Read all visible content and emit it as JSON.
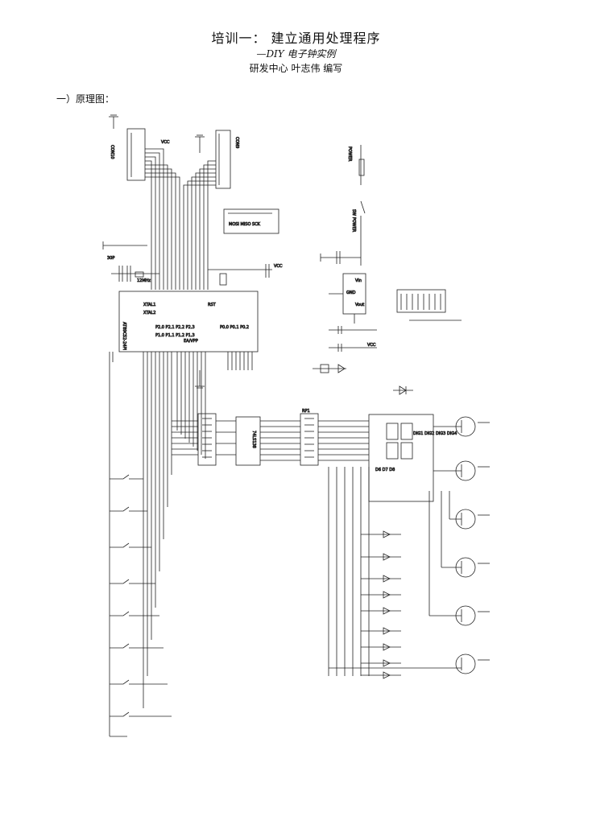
{
  "document": {
    "title": "培训一： 建立通用处理程序",
    "subtitle": "—DIY 电子钟实例",
    "author_line": "研发中心  叶志伟  编写",
    "section_heading": "一）原理图："
  },
  "schematic": {
    "labels": {
      "mcu": "AT89C52-24PI",
      "decoder": "74LS138",
      "conn_ext": "CON10",
      "conn_p1": "CON9",
      "power_in": "POWER",
      "switch": "SW POWER",
      "vcc": "VCC",
      "regulator_in": "Vin",
      "regulator_gnd": "GND",
      "regulator_out": "Vout",
      "xtal1": "XTAL1",
      "xtal2": "XTAL2",
      "reset": "RST",
      "ea": "EA/VPP",
      "led_display": "DIG1 DIG2 DIG3 DIG4",
      "crystal": "12MHz",
      "resistor_net": "RP1"
    }
  }
}
